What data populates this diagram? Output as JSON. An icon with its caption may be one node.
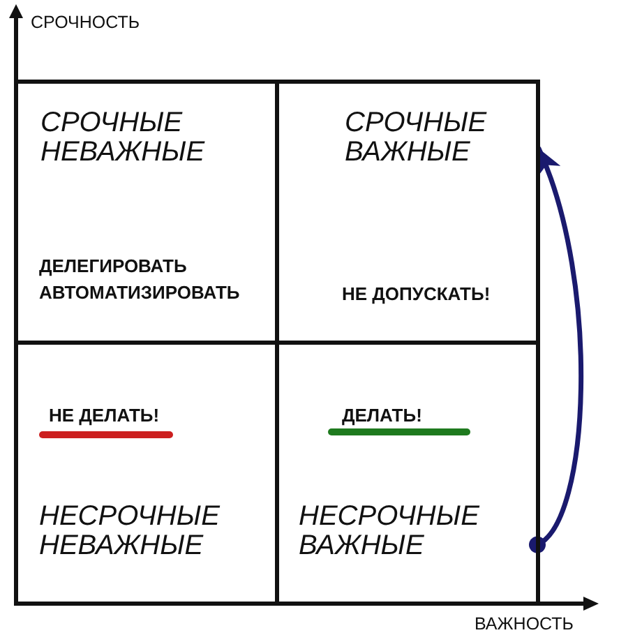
{
  "diagram": {
    "nodes": [
      {
        "text": [
          "СРОЧНЫЕ НЕВАЖНЫЕ",
          "ДЕЛЕГИРОВАТЬ АВТОМАТИЗИРОВАТЬ"
        ]
      },
      {
        "text": [
          "СРОЧНЫЕ ВАЖНЫЕ",
          "НЕ ДОПУСКАТЬ!"
        ]
      },
      {
        "text": [
          "НЕ ДЕЛАТЬ!",
          "НЕСРОЧНЫЕ НЕВАЖНЫЕ"
        ]
      },
      {
        "text": [
          "ДЕЛАТЬ!",
          "НЕСРОЧНЫЕ ВАЖНЫЕ"
        ]
      }
    ],
    "edges": [
      {
        "from": 3,
        "to": 1,
        "arrow": "to",
        "color": "#1a1a6e"
      }
    ],
    "labels": [
      "СРОЧНОСТЬ",
      "ВАЖНОСТЬ"
    ]
  }
}
